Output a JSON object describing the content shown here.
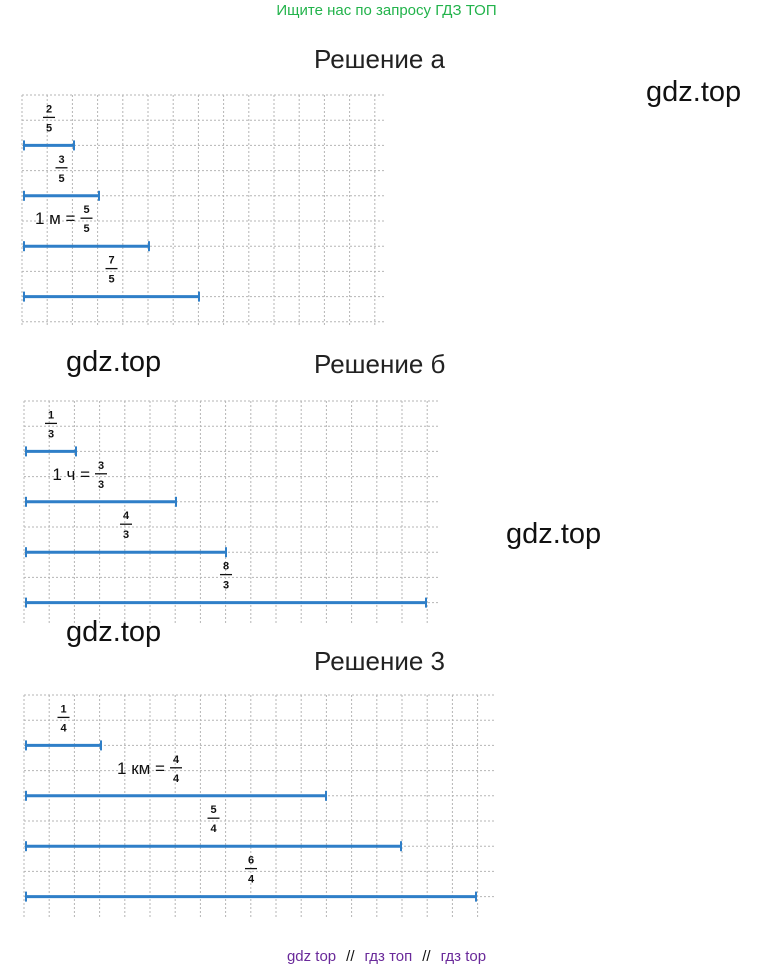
{
  "header": {
    "search_hint": "Ищите нас по запросу ГДЗ ТОП"
  },
  "colors": {
    "hint_green": "#22b34b",
    "segment_blue": "#2f7fc8",
    "grid_gray": "#b5b5b5",
    "footer_purple": "#6a2a9a"
  },
  "watermark": "gdz.top",
  "solutions": [
    {
      "title": "Решение а",
      "unit_label": "1 м =",
      "segments": [
        {
          "num": "2",
          "den": "5",
          "length": 2
        },
        {
          "num": "3",
          "den": "5",
          "length": 3
        },
        {
          "num": "5",
          "den": "5",
          "length": 5
        },
        {
          "num": "7",
          "den": "5",
          "length": 7
        }
      ]
    },
    {
      "title": "Решение б",
      "unit_label": "1 ч =",
      "segments": [
        {
          "num": "1",
          "den": "3",
          "length": 1
        },
        {
          "num": "3",
          "den": "3",
          "length": 3
        },
        {
          "num": "4",
          "den": "3",
          "length": 4
        },
        {
          "num": "8",
          "den": "3",
          "length": 8
        }
      ]
    },
    {
      "title": "Решение 3",
      "unit_label": "1 км =",
      "segments": [
        {
          "num": "1",
          "den": "4",
          "length": 1
        },
        {
          "num": "4",
          "den": "4",
          "length": 4
        },
        {
          "num": "5",
          "den": "4",
          "length": 5
        },
        {
          "num": "6",
          "den": "4",
          "length": 6
        }
      ]
    }
  ],
  "footer": {
    "links": [
      "gdz top",
      "гдз топ",
      "гдз top"
    ],
    "separator": "//"
  }
}
